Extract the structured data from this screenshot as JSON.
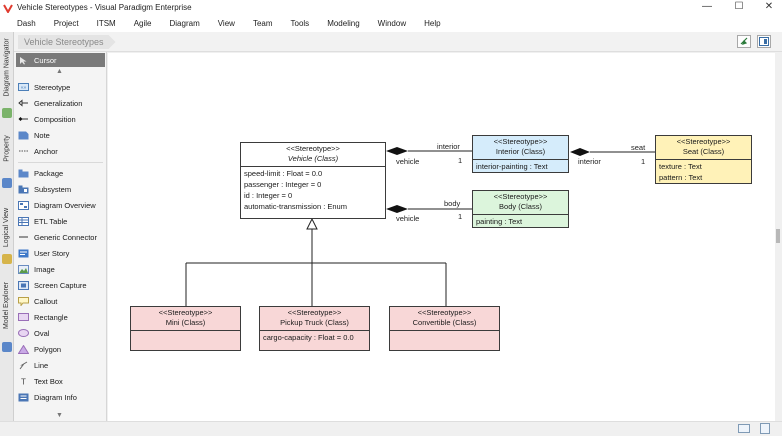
{
  "window": {
    "title": "Vehicle Stereotypes - Visual Paradigm Enterprise",
    "controls": {
      "minimize": "—",
      "maximize": "☐",
      "close": "✕"
    }
  },
  "menubar": [
    "Dash",
    "Project",
    "ITSM",
    "Agile",
    "Diagram",
    "View",
    "Team",
    "Tools",
    "Modeling",
    "Window",
    "Help"
  ],
  "breadcrumb": "Vehicle Stereotypes",
  "side_tabs": [
    "Diagram Navigator",
    "Property",
    "Logical View",
    "Model Explorer"
  ],
  "palette": {
    "items": [
      {
        "label": "Cursor",
        "icon": "cursor-icon"
      },
      {
        "label": "Stereotype",
        "icon": "stereotype-icon"
      },
      {
        "label": "Generalization",
        "icon": "generalization-icon"
      },
      {
        "label": "Composition",
        "icon": "composition-icon"
      },
      {
        "label": "Note",
        "icon": "note-icon"
      },
      {
        "label": "Anchor",
        "icon": "anchor-icon"
      },
      {
        "label": "Package",
        "icon": "package-icon"
      },
      {
        "label": "Subsystem",
        "icon": "subsystem-icon"
      },
      {
        "label": "Diagram Overview",
        "icon": "diagram-overview-icon"
      },
      {
        "label": "ETL Table",
        "icon": "etl-table-icon"
      },
      {
        "label": "Generic Connector",
        "icon": "generic-connector-icon"
      },
      {
        "label": "User Story",
        "icon": "user-story-icon"
      },
      {
        "label": "Image",
        "icon": "image-icon"
      },
      {
        "label": "Screen Capture",
        "icon": "screen-capture-icon"
      },
      {
        "label": "Callout",
        "icon": "callout-icon"
      },
      {
        "label": "Rectangle",
        "icon": "rectangle-icon"
      },
      {
        "label": "Oval",
        "icon": "oval-icon"
      },
      {
        "label": "Polygon",
        "icon": "polygon-icon"
      },
      {
        "label": "Line",
        "icon": "line-icon"
      },
      {
        "label": "Text Box",
        "icon": "text-box-icon"
      },
      {
        "label": "Diagram Info",
        "icon": "diagram-info-icon"
      }
    ]
  },
  "diagram": {
    "vehicle": {
      "stereotype": "<<Stereotype>>",
      "name": "Vehicle (Class)",
      "attributes": [
        "speed-limit : Float = 0.0",
        "passenger : Integer = 0",
        "id : Integer = 0",
        "automatic-transmission : Enum"
      ]
    },
    "interior": {
      "stereotype": "<<Stereotype>>",
      "name": "Interior (Class)",
      "attributes": [
        "interior-painting : Text"
      ]
    },
    "body": {
      "stereotype": "<<Stereotype>>",
      "name": "Body (Class)",
      "attributes": [
        "painting : Text"
      ]
    },
    "seat": {
      "stereotype": "<<Stereotype>>",
      "name": "Seat (Class)",
      "attributes": [
        "texture : Text",
        "pattern : Text"
      ]
    },
    "mini": {
      "stereotype": "<<Stereotype>>",
      "name": "Mini (Class)",
      "attributes": []
    },
    "pickup": {
      "stereotype": "<<Stereotype>>",
      "name": "Pickup Truck (Class)",
      "attributes": [
        "cargo-capacity : Float = 0.0"
      ]
    },
    "convertible": {
      "stereotype": "<<Stereotype>>",
      "name": "Convertible (Class)",
      "attributes": []
    },
    "roles": {
      "vehicle_interior_end": "vehicle",
      "interior_role": "interior",
      "interior_mult": "1",
      "vehicle_body_end": "vehicle",
      "body_role": "body",
      "body_mult": "1",
      "interior_seat_end": "interior",
      "seat_role": "seat",
      "seat_mult": "1"
    },
    "colors": {
      "blue_fill": "#d5ecfb",
      "green_fill": "#dcf5dc",
      "yellow_fill": "#fff2b8",
      "pink_fill": "#f8d7d7",
      "white_fill": "#ffffff"
    }
  }
}
